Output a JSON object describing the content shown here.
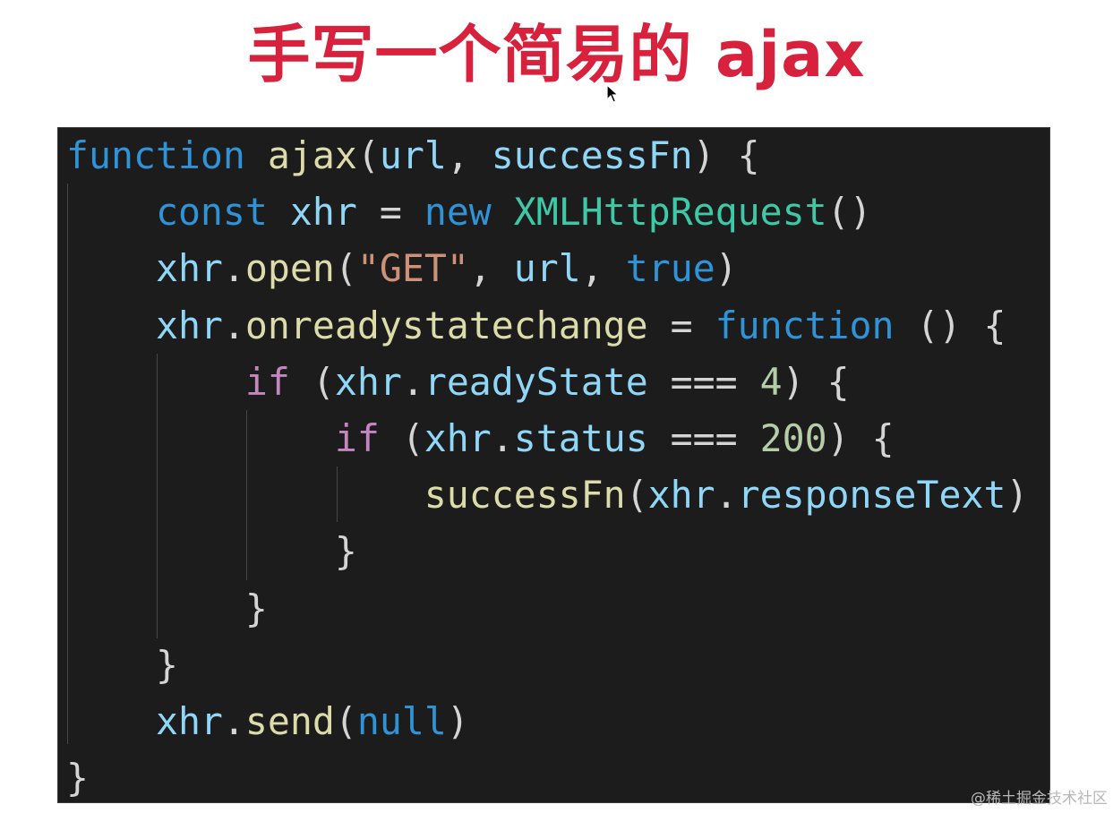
{
  "slide": {
    "title": "手写一个简易的 ajax",
    "title_color": "#d8213d"
  },
  "code": {
    "language": "javascript",
    "background": "#1c1c1c",
    "lines": [
      [
        {
          "t": "function",
          "c": "kw"
        },
        {
          "t": " ",
          "c": "pun"
        },
        {
          "t": "ajax",
          "c": "fn"
        },
        {
          "t": "(",
          "c": "pun"
        },
        {
          "t": "url",
          "c": "id"
        },
        {
          "t": ", ",
          "c": "pun"
        },
        {
          "t": "successFn",
          "c": "id"
        },
        {
          "t": ") {",
          "c": "pun"
        }
      ],
      [
        {
          "t": "    ",
          "c": "pun"
        },
        {
          "t": "const",
          "c": "kw"
        },
        {
          "t": " ",
          "c": "pun"
        },
        {
          "t": "xhr",
          "c": "id"
        },
        {
          "t": " = ",
          "c": "pun"
        },
        {
          "t": "new",
          "c": "kw"
        },
        {
          "t": " ",
          "c": "pun"
        },
        {
          "t": "XMLHttpRequest",
          "c": "cls"
        },
        {
          "t": "()",
          "c": "pun"
        }
      ],
      [
        {
          "t": "    ",
          "c": "pun"
        },
        {
          "t": "xhr",
          "c": "id"
        },
        {
          "t": ".",
          "c": "pun"
        },
        {
          "t": "open",
          "c": "fn"
        },
        {
          "t": "(",
          "c": "pun"
        },
        {
          "t": "\"GET\"",
          "c": "str"
        },
        {
          "t": ", ",
          "c": "pun"
        },
        {
          "t": "url",
          "c": "id"
        },
        {
          "t": ", ",
          "c": "pun"
        },
        {
          "t": "true",
          "c": "kw"
        },
        {
          "t": ")",
          "c": "pun"
        }
      ],
      [
        {
          "t": "    ",
          "c": "pun"
        },
        {
          "t": "xhr",
          "c": "id"
        },
        {
          "t": ".",
          "c": "pun"
        },
        {
          "t": "onreadystatechange",
          "c": "fn"
        },
        {
          "t": " = ",
          "c": "pun"
        },
        {
          "t": "function",
          "c": "kw"
        },
        {
          "t": " () {",
          "c": "pun"
        }
      ],
      [
        {
          "t": "        ",
          "c": "pun"
        },
        {
          "t": "if",
          "c": "ctl"
        },
        {
          "t": " (",
          "c": "pun"
        },
        {
          "t": "xhr",
          "c": "id"
        },
        {
          "t": ".",
          "c": "pun"
        },
        {
          "t": "readyState",
          "c": "id"
        },
        {
          "t": " === ",
          "c": "pun"
        },
        {
          "t": "4",
          "c": "num"
        },
        {
          "t": ") {",
          "c": "pun"
        }
      ],
      [
        {
          "t": "            ",
          "c": "pun"
        },
        {
          "t": "if",
          "c": "ctl"
        },
        {
          "t": " (",
          "c": "pun"
        },
        {
          "t": "xhr",
          "c": "id"
        },
        {
          "t": ".",
          "c": "pun"
        },
        {
          "t": "status",
          "c": "id"
        },
        {
          "t": " === ",
          "c": "pun"
        },
        {
          "t": "200",
          "c": "num"
        },
        {
          "t": ") {",
          "c": "pun"
        }
      ],
      [
        {
          "t": "                ",
          "c": "pun"
        },
        {
          "t": "successFn",
          "c": "fn"
        },
        {
          "t": "(",
          "c": "pun"
        },
        {
          "t": "xhr",
          "c": "id"
        },
        {
          "t": ".",
          "c": "pun"
        },
        {
          "t": "responseText",
          "c": "id"
        },
        {
          "t": ")",
          "c": "pun"
        }
      ],
      [
        {
          "t": "            }",
          "c": "pun"
        }
      ],
      [
        {
          "t": "        }",
          "c": "pun"
        }
      ],
      [
        {
          "t": "    }",
          "c": "pun"
        }
      ],
      [
        {
          "t": "    ",
          "c": "pun"
        },
        {
          "t": "xhr",
          "c": "id"
        },
        {
          "t": ".",
          "c": "pun"
        },
        {
          "t": "send",
          "c": "fn"
        },
        {
          "t": "(",
          "c": "pun"
        },
        {
          "t": "null",
          "c": "kw"
        },
        {
          "t": ")",
          "c": "pun"
        }
      ],
      [
        {
          "t": "}",
          "c": "pun"
        }
      ]
    ]
  },
  "watermark": "@稀土掘金技术社区"
}
